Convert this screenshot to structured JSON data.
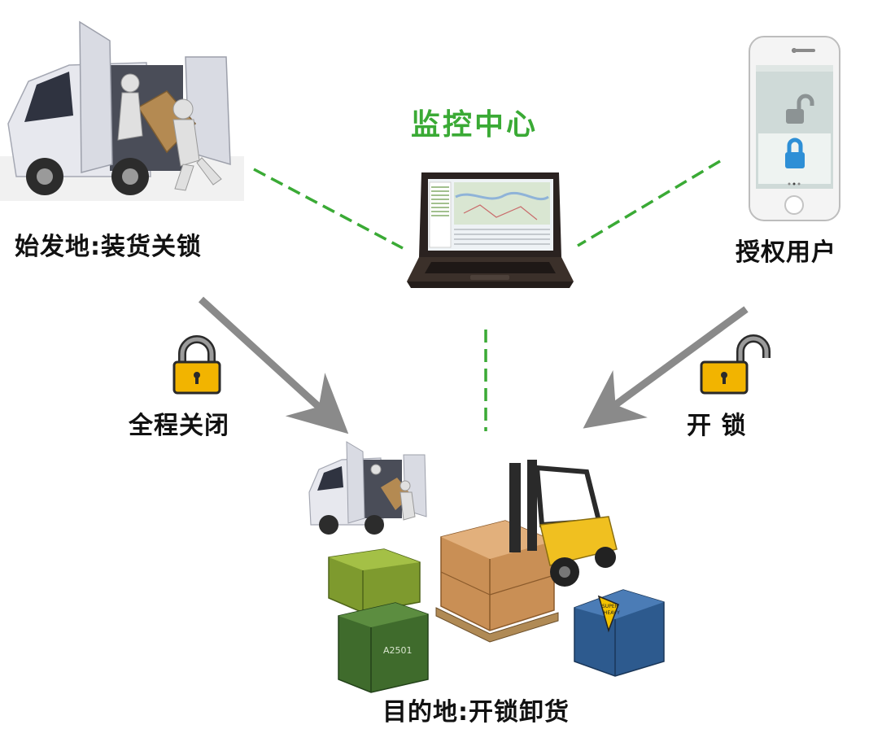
{
  "diagram": {
    "center_title": "监控中心",
    "origin_label": "始发地:装货关锁",
    "user_label": "授权用户",
    "closed_label": "全程关闭",
    "unlock_label": "开 锁",
    "destination_label": "目的地:开锁卸货",
    "crate_text": "A2501",
    "heavy_sign": [
      "SUPER",
      "HEAVY"
    ],
    "colors": {
      "green": "#3aaa35",
      "arrow": "#8a8a8a",
      "lock": "#f2b400",
      "phone_lock": "#2e8fd6"
    }
  }
}
